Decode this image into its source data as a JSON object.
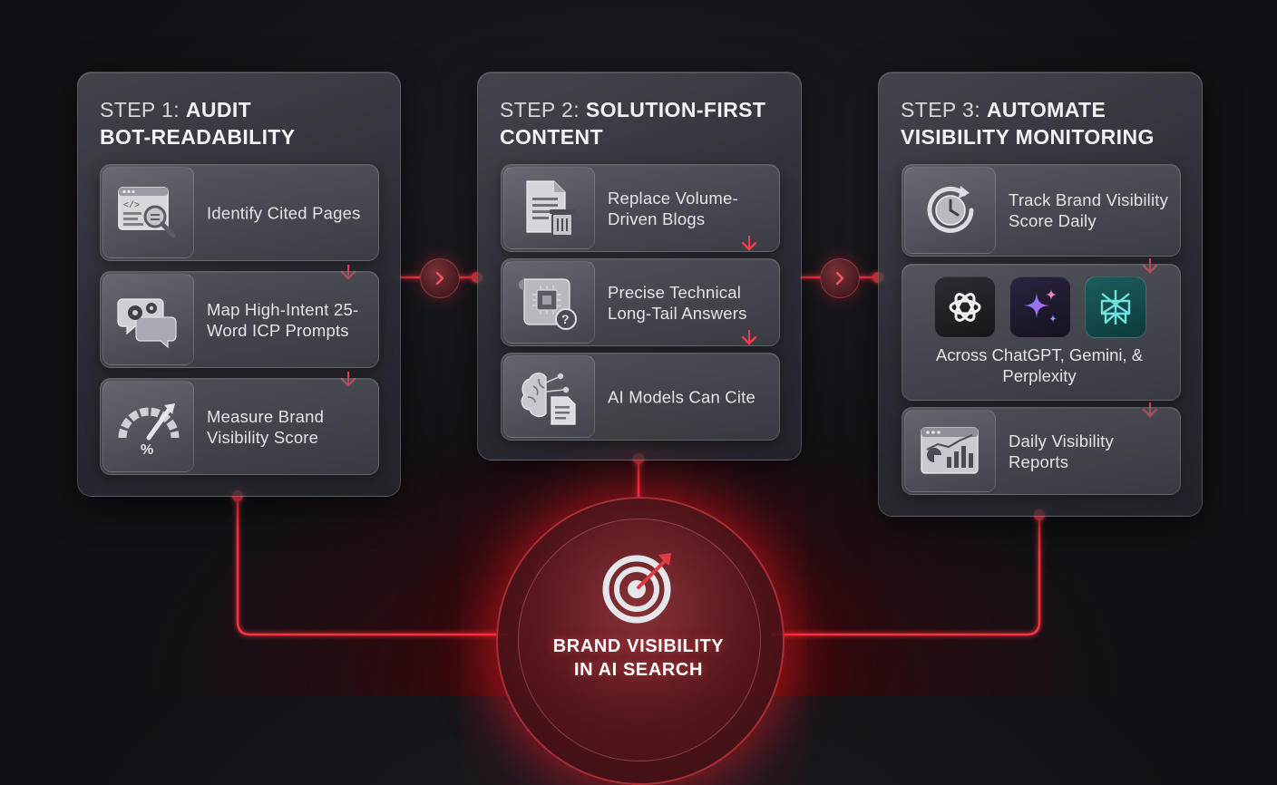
{
  "steps": [
    {
      "prefix": "STEP 1:",
      "title_line1": "AUDIT",
      "title_line2": "BOT-READABILITY",
      "items": [
        {
          "icon": "code-search-icon",
          "label": "Identify Cited Pages"
        },
        {
          "icon": "gear-chat-icon",
          "label": "Map High-Intent 25-Word ICP Prompts"
        },
        {
          "icon": "gauge-percent-icon",
          "label": "Measure Brand Visibility Score"
        }
      ]
    },
    {
      "prefix": "STEP 2:",
      "title_line1": "SOLUTION-FIRST",
      "title_line2": "CONTENT",
      "items": [
        {
          "icon": "document-trash-icon",
          "label": "Replace Volume-Driven Blogs"
        },
        {
          "icon": "blueprint-chip-icon",
          "label": "Precise Technical Long-Tail Answers"
        },
        {
          "icon": "brain-document-icon",
          "label": "AI Models Can Cite"
        }
      ]
    },
    {
      "prefix": "STEP 3:",
      "title_line1": "AUTOMATE",
      "title_line2": "VISIBILITY MONITORING",
      "items": [
        {
          "icon": "clock-refresh-icon",
          "label": "Track Brand Visibility Score Daily"
        },
        {
          "icon": "ai-platforms",
          "label": "Across ChatGPT, Gemini, & Perplexity",
          "logos": [
            "chatgpt-logo-icon",
            "gemini-logo-icon",
            "perplexity-logo-icon"
          ]
        },
        {
          "icon": "report-chart-icon",
          "label": "Daily Visibility Reports"
        }
      ]
    }
  ],
  "hub": {
    "icon": "target-icon",
    "line1": "BRAND VISIBILITY",
    "line2": "IN AI SEARCH"
  },
  "colors": {
    "accent": "#ff2a36",
    "panel": "#34363e",
    "text": "#e4e4e8",
    "perplexity": "#1e8c8a",
    "gemini": "#7b6cf0"
  }
}
